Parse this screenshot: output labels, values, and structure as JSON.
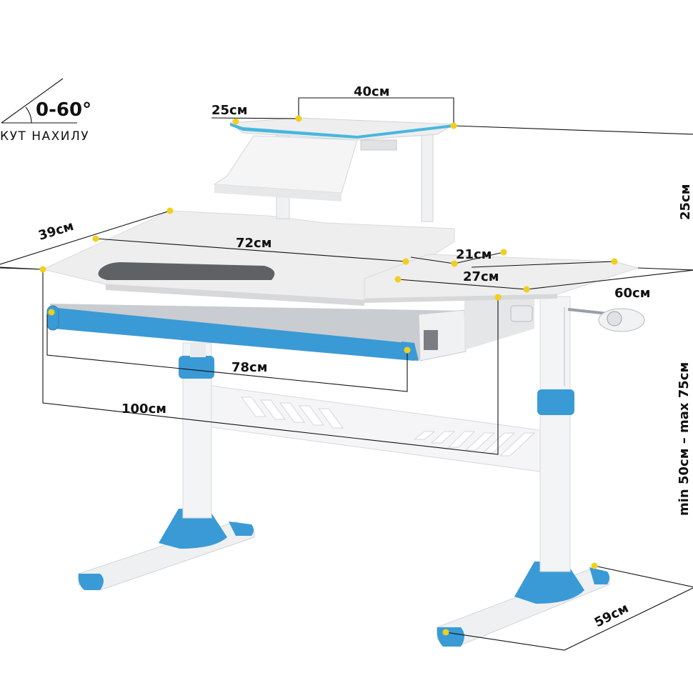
{
  "angle": {
    "value": "0-60°",
    "caption": "КУТ НАХИЛУ"
  },
  "dimensions": {
    "shelf_width": "40см",
    "shelf_depth": "25см",
    "shelf_height": "25см",
    "tabletop_depth": "39см",
    "tabletop_width": "72см",
    "side_depth": "21см",
    "side_width": "27см",
    "total_depth": "60см",
    "drawer_width": "78см",
    "total_width": "100см",
    "height_range": "min 50см – max 75см",
    "base_depth": "59см"
  },
  "colors": {
    "accent": "#3a9ad6",
    "dot": "#f2cf1d",
    "frame": "#e9eaec",
    "tabletop": "#eeeeee"
  }
}
